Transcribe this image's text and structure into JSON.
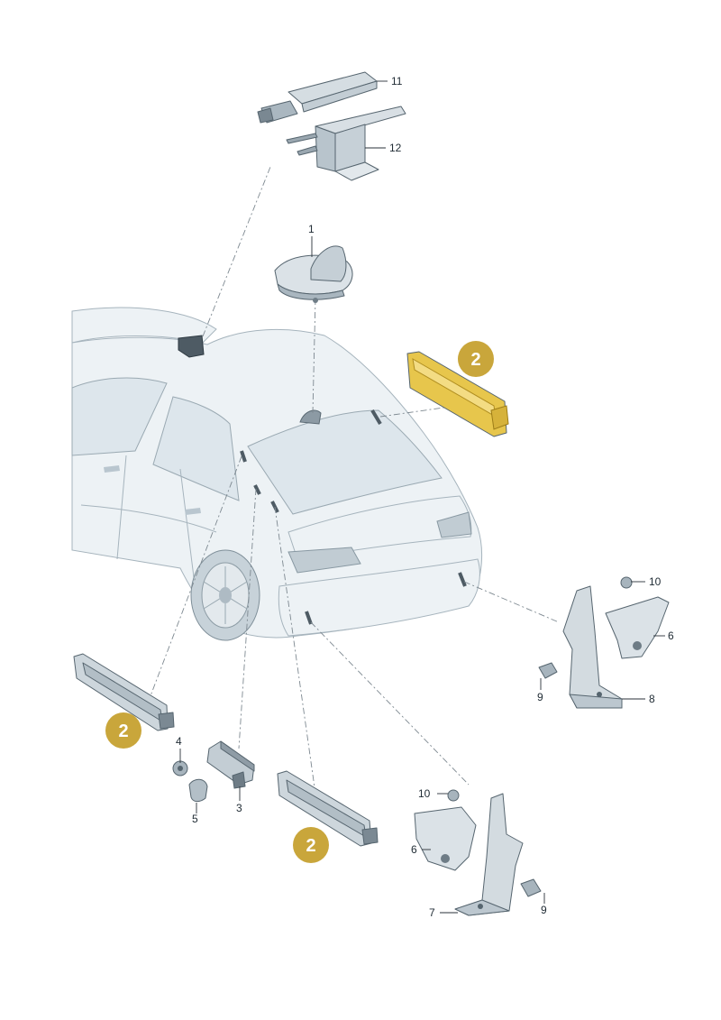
{
  "callouts": {
    "c1": "1",
    "c2a": "2",
    "c2b": "2",
    "c2c": "2",
    "c3": "3",
    "c4": "4",
    "c5": "5",
    "c6a": "6",
    "c6b": "6",
    "c7": "7",
    "c8": "8",
    "c9a": "9",
    "c9b": "9",
    "c10a": "10",
    "c10b": "10",
    "c11": "11",
    "c12": "12"
  },
  "colors": {
    "badge": "#c9a63b",
    "highlight": "#e7c64c",
    "part_fill": "#c9d3da",
    "car_fill": "#edf2f5"
  }
}
